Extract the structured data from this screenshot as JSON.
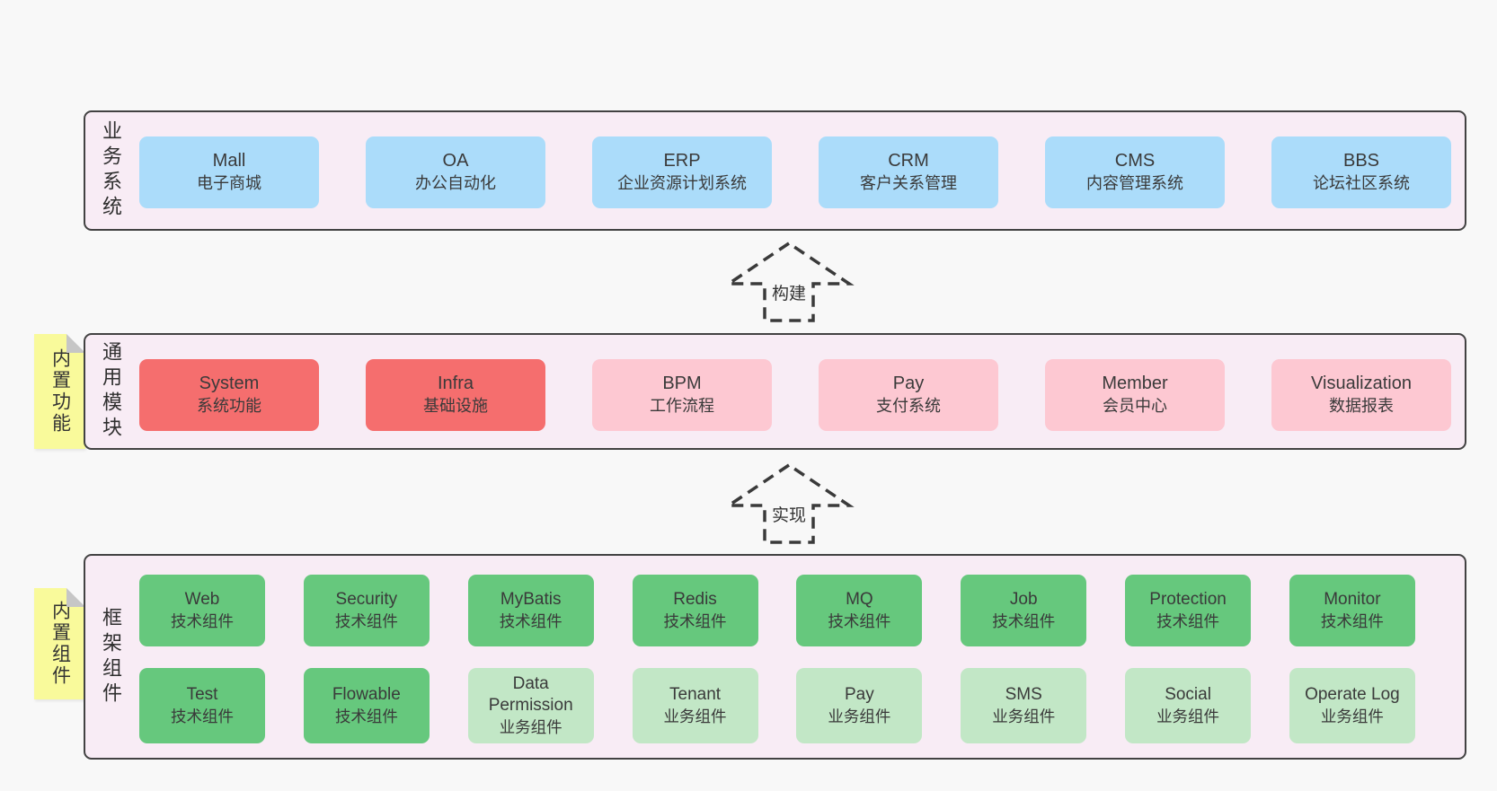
{
  "colors": {
    "page_bg": "#f8f8f8",
    "panel_bg": "#f8ecf5",
    "panel_border": "#424242",
    "blue": "#abdcfa",
    "red": "#f56e6e",
    "pink": "#fdc8d2",
    "green": "#66c87d",
    "light_green": "#c2e7c6",
    "sticky_yellow": "#f9fa9b",
    "text": "#3a3a3a"
  },
  "arrows": {
    "build": "构建",
    "implement": "实现"
  },
  "business": {
    "side_label": "业务系统",
    "boxes": [
      {
        "title": "Mall",
        "subtitle": "电子商城",
        "variant": "blue"
      },
      {
        "title": "OA",
        "subtitle": "办公自动化",
        "variant": "blue"
      },
      {
        "title": "ERP",
        "subtitle": "企业资源计划系统",
        "variant": "blue"
      },
      {
        "title": "CRM",
        "subtitle": "客户关系管理",
        "variant": "blue"
      },
      {
        "title": "CMS",
        "subtitle": "内容管理系统",
        "variant": "blue"
      },
      {
        "title": "BBS",
        "subtitle": "论坛社区系统",
        "variant": "blue"
      }
    ]
  },
  "modules": {
    "side_label": "通用模块",
    "sticky_tab": "内置功能",
    "boxes": [
      {
        "title": "System",
        "subtitle": "系统功能",
        "variant": "red"
      },
      {
        "title": "Infra",
        "subtitle": "基础设施",
        "variant": "red"
      },
      {
        "title": "BPM",
        "subtitle": "工作流程",
        "variant": "pink"
      },
      {
        "title": "Pay",
        "subtitle": "支付系统",
        "variant": "pink"
      },
      {
        "title": "Member",
        "subtitle": "会员中心",
        "variant": "pink"
      },
      {
        "title": "Visualization",
        "subtitle": "数据报表",
        "variant": "pink"
      }
    ]
  },
  "components": {
    "side_label": "框架组件",
    "sticky_tab": "内置组件",
    "row1": [
      {
        "title": "Web",
        "subtitle": "技术组件",
        "variant": "green"
      },
      {
        "title": "Security",
        "subtitle": "技术组件",
        "variant": "green"
      },
      {
        "title": "MyBatis",
        "subtitle": "技术组件",
        "variant": "green"
      },
      {
        "title": "Redis",
        "subtitle": "技术组件",
        "variant": "green"
      },
      {
        "title": "MQ",
        "subtitle": "技术组件",
        "variant": "green"
      },
      {
        "title": "Job",
        "subtitle": "技术组件",
        "variant": "green"
      },
      {
        "title": "Protection",
        "subtitle": "技术组件",
        "variant": "green"
      },
      {
        "title": "Monitor",
        "subtitle": "技术组件",
        "variant": "green"
      }
    ],
    "row2": [
      {
        "title": "Test",
        "subtitle": "技术组件",
        "variant": "green"
      },
      {
        "title": "Flowable",
        "subtitle": "技术组件",
        "variant": "green"
      },
      {
        "title": "Data Permission",
        "subtitle": "业务组件",
        "variant": "light_green"
      },
      {
        "title": "Tenant",
        "subtitle": "业务组件",
        "variant": "light_green"
      },
      {
        "title": "Pay",
        "subtitle": "业务组件",
        "variant": "light_green"
      },
      {
        "title": "SMS",
        "subtitle": "业务组件",
        "variant": "light_green"
      },
      {
        "title": "Social",
        "subtitle": "业务组件",
        "variant": "light_green"
      },
      {
        "title": "Operate Log",
        "subtitle": "业务组件",
        "variant": "light_green"
      }
    ]
  }
}
